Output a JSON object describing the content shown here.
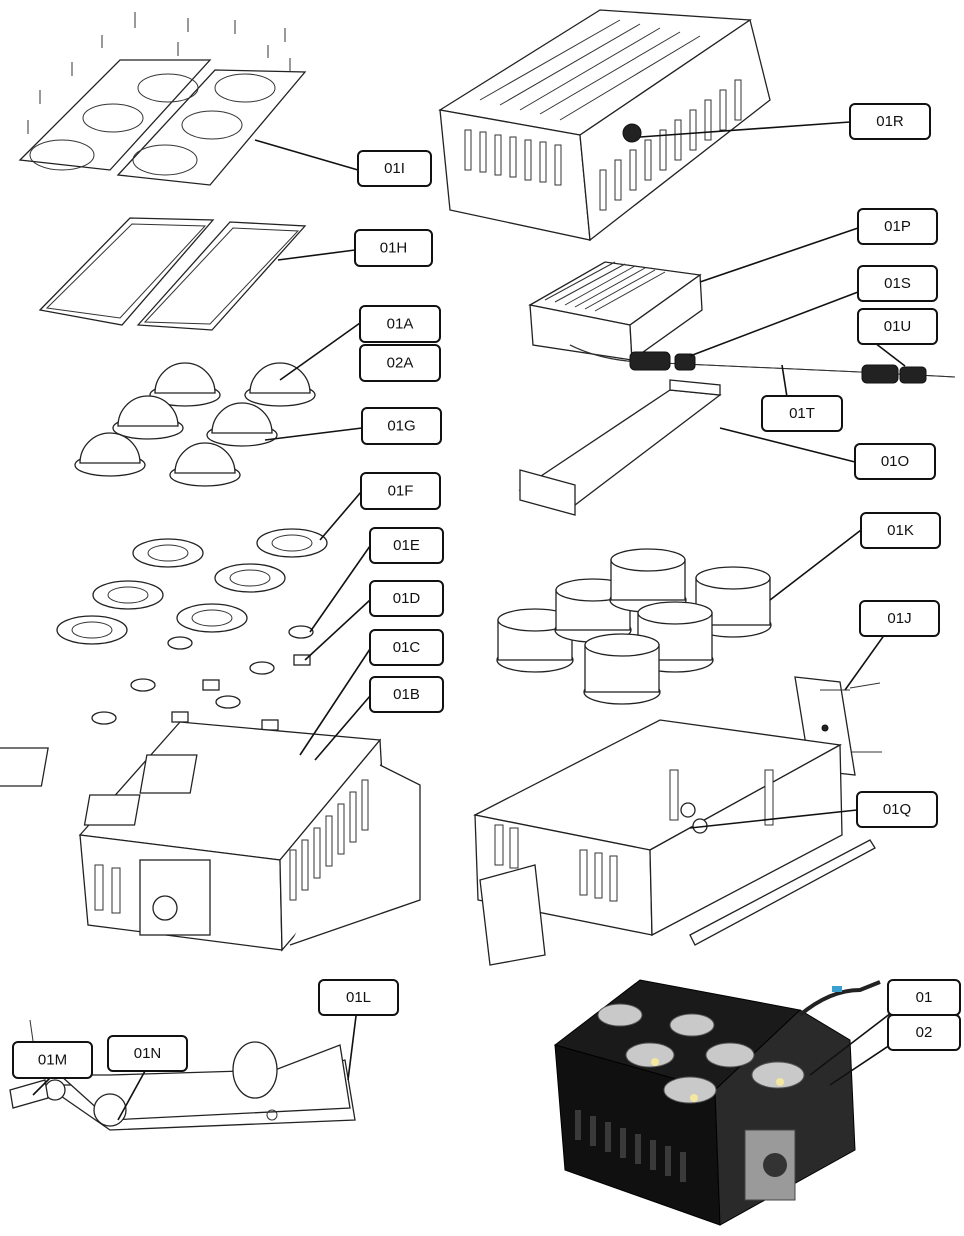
{
  "diagram": {
    "callouts": [
      {
        "id": "01I",
        "label": "01I"
      },
      {
        "id": "01R",
        "label": "01R"
      },
      {
        "id": "01H",
        "label": "01H"
      },
      {
        "id": "01P",
        "label": "01P"
      },
      {
        "id": "01S",
        "label": "01S"
      },
      {
        "id": "01U",
        "label": "01U"
      },
      {
        "id": "01A",
        "label": "01A"
      },
      {
        "id": "02A",
        "label": "02A"
      },
      {
        "id": "01G",
        "label": "01G"
      },
      {
        "id": "01T",
        "label": "01T"
      },
      {
        "id": "01O",
        "label": "01O"
      },
      {
        "id": "01F",
        "label": "01F"
      },
      {
        "id": "01K",
        "label": "01K"
      },
      {
        "id": "01E",
        "label": "01E"
      },
      {
        "id": "01D",
        "label": "01D"
      },
      {
        "id": "01J",
        "label": "01J"
      },
      {
        "id": "01C",
        "label": "01C"
      },
      {
        "id": "01B",
        "label": "01B"
      },
      {
        "id": "01Q",
        "label": "01Q"
      },
      {
        "id": "01L",
        "label": "01L"
      },
      {
        "id": "01",
        "label": "01"
      },
      {
        "id": "01M",
        "label": "01M"
      },
      {
        "id": "01N",
        "label": "01N"
      },
      {
        "id": "02",
        "label": "02"
      }
    ]
  }
}
